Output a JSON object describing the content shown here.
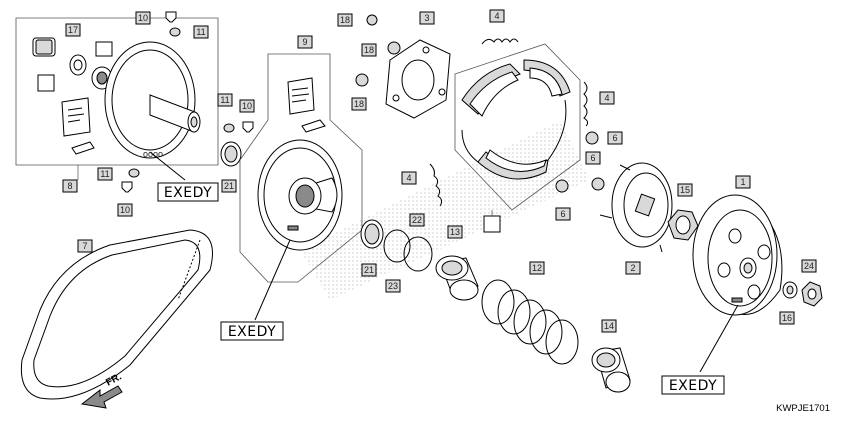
{
  "diagram": {
    "code": "KWPJE1701",
    "direction_label": "FR.",
    "brand_labels": [
      "EXEDY",
      "EXEDY",
      "EXEDY"
    ],
    "part_tags": {
      "t1": "1",
      "t2": "2",
      "t3": "3",
      "t4a": "4",
      "t4b": "4",
      "t4c": "4",
      "t6a": "6",
      "t6b": "6",
      "t6c": "6",
      "t7": "7",
      "t8": "8",
      "t9": "9",
      "t10a": "10",
      "t10b": "10",
      "t10c": "10",
      "t11a": "11",
      "t11b": "11",
      "t11c": "11",
      "t12": "12",
      "t13": "13",
      "t14": "14",
      "t15": "15",
      "t16": "16",
      "t17": "17",
      "t18a": "18",
      "t18b": "18",
      "t18c": "18",
      "t21a": "21",
      "t21b": "21",
      "t22": "22",
      "t23": "23",
      "t24": "24"
    }
  }
}
